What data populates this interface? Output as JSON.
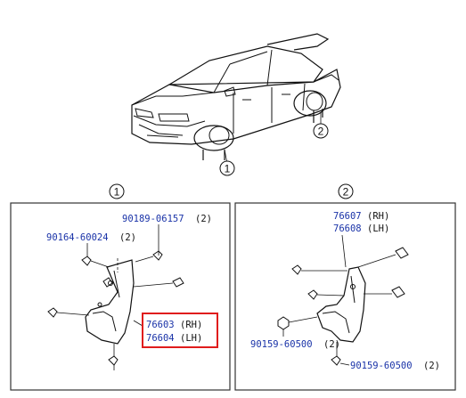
{
  "callouts": {
    "car_front": "1",
    "car_rear": "2",
    "panel1": "1",
    "panel2": "2"
  },
  "panel1": {
    "parts": [
      {
        "number": "90189-06157",
        "qty": "(2)"
      },
      {
        "number": "90164-60024",
        "qty": "(2)"
      }
    ],
    "mudguard_rh": {
      "number": "76603",
      "side": "(RH)"
    },
    "mudguard_lh": {
      "number": "76604",
      "side": "(LH)"
    },
    "highlight_color": "#e01c1c"
  },
  "panel2": {
    "mudguard_rh": {
      "number": "76607",
      "side": "(RH)"
    },
    "mudguard_lh": {
      "number": "76608",
      "side": "(LH)"
    },
    "parts": [
      {
        "number": "90159-60500",
        "qty": "(2)"
      },
      {
        "number": "90159-60500",
        "qty": "(2)"
      }
    ]
  },
  "colors": {
    "part_number": "#1a33a8",
    "line": "#111111"
  }
}
